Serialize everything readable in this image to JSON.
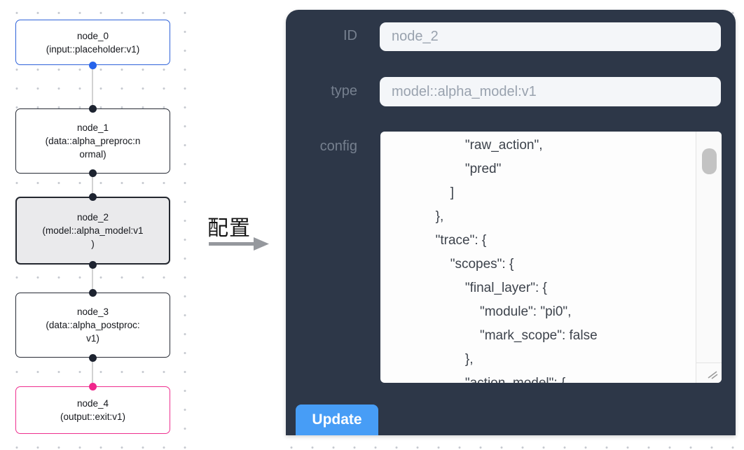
{
  "annotation": {
    "label": "配置"
  },
  "graph": {
    "nodes": [
      {
        "id": "node_0",
        "lines": [
          "node_0",
          "(input::placeholder:v1)"
        ],
        "kind": "input",
        "border_color": "#2e62d9"
      },
      {
        "id": "node_1",
        "lines": [
          "node_1",
          "(data::alpha_preproc:n",
          "ormal)"
        ],
        "kind": "data",
        "border_color": "#272b35"
      },
      {
        "id": "node_2",
        "lines": [
          "node_2",
          "(model::alpha_model:v1",
          ")"
        ],
        "kind": "model",
        "selected": true,
        "border_color": "#23272f"
      },
      {
        "id": "node_3",
        "lines": [
          "node_3",
          "(data::alpha_postproc:",
          "v1)"
        ],
        "kind": "data",
        "border_color": "#272b35"
      },
      {
        "id": "node_4",
        "lines": [
          "node_4",
          "(output::exit:v1)"
        ],
        "kind": "output",
        "border_color": "#ee2f8f"
      }
    ],
    "port_colors": {
      "default": "#1d2330",
      "input_out": "#2563eb",
      "output_in": "#f0268c"
    }
  },
  "panel": {
    "fields": [
      {
        "label": "ID",
        "value": "node_2"
      },
      {
        "label": "type",
        "value": "model::alpha_model:v1"
      }
    ],
    "config_label": "config",
    "config_lines": [
      "                     \"raw_action\",",
      "                     \"pred\"",
      "                 ]",
      "             },",
      "             \"trace\": {",
      "                 \"scopes\": {",
      "                     \"final_layer\": {",
      "                         \"module\": \"pi0\",",
      "                         \"mark_scope\": false",
      "                     },",
      "                     \"action_model\": {"
    ],
    "update_label": "Update",
    "colors": {
      "panel_bg": "#2d3748",
      "button_blue": "#479df6",
      "input_bg": "#f4f6f9"
    }
  }
}
